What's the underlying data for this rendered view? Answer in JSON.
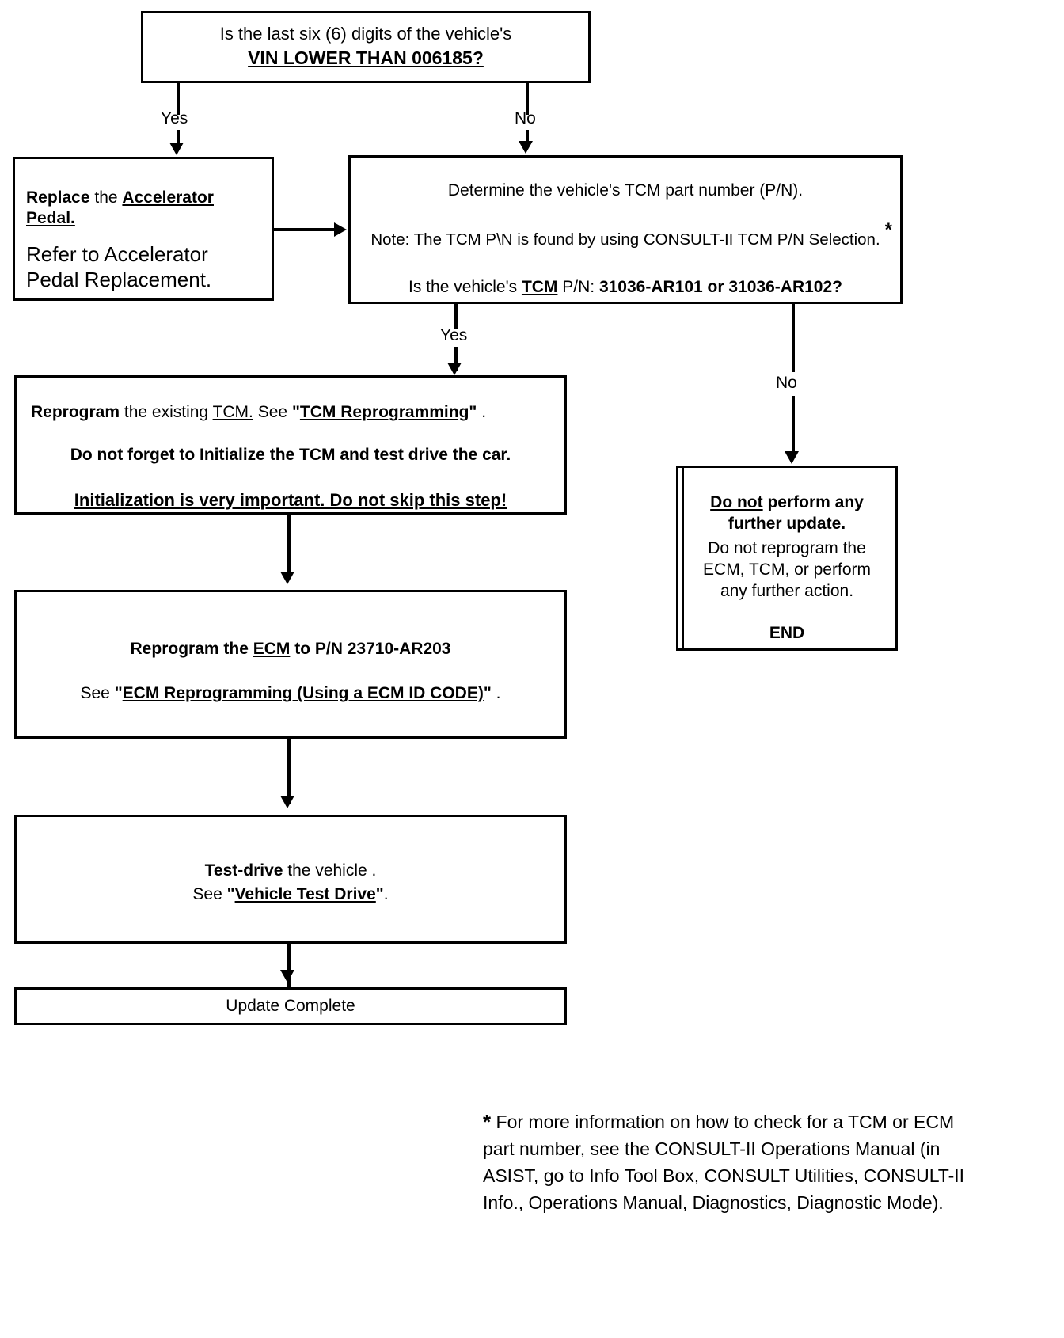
{
  "document": {
    "type": "service-bulletin-flowchart",
    "title": "TCM / ECM Reprogramming Decision Flowchart"
  },
  "nodes": {
    "vin_check": {
      "line1": "Is the last six (6) digits of the vehicle's",
      "line2": "VIN LOWER THAN 006185?"
    },
    "replace_pedal": {
      "line1_bold": "Replace",
      "line1_mid": " the ",
      "line1_bold_underline": "Accelerator Pedal.",
      "line2": "Refer to Accelerator Pedal Replacement."
    },
    "tcm_part_number": {
      "line1": "Determine the vehicle's TCM part number (P/N).",
      "line2": "Note: The TCM P\\N is found by using CONSULT-II TCM P/N Selection.",
      "line2_marker": "*",
      "line3_a": "Is the vehicle's ",
      "line3_tcm": "TCM",
      "line3_b": " P/N: ",
      "line3_pn1": "31036-AR101",
      "line3_c": " or ",
      "line3_pn2": "31036-AR102",
      "line3_d": "?"
    },
    "reprogram_tcm": {
      "line1_bold": "Reprogram",
      "line1_a": " the existing ",
      "line1_tcm": "TCM.",
      "line1_b": "  See ",
      "line1_quote_open": "\"",
      "line1_link": "TCM Reprogramming",
      "line1_quote_close": "\"",
      "line1_c": " .",
      "line2": "Do not forget to Initialize the TCM and test drive the car.",
      "line3": "Initialization is very important.  Do not skip this step!"
    },
    "reprogram_ecm": {
      "line1_bold": "Reprogram",
      "line1_a": " the ",
      "line1_ecm": "ECM",
      "line1_b": " to P/N  23710-AR203",
      "line2_a": "See ",
      "line2_quote_open": "\"",
      "line2_link": "ECM Reprogramming (Using a ECM ID CODE)",
      "line2_quote_close": "\"",
      "line2_b": " ."
    },
    "test_drive": {
      "line1_bold": "Test-drive",
      "line1_a": " the vehicle .",
      "line2_a": "See ",
      "line2_quote_open": "\"",
      "line2_link": "Vehicle Test Drive",
      "line2_quote_close": "\"",
      "line2_b": "."
    },
    "update_complete": {
      "text": "Update Complete"
    },
    "no_further_update": {
      "line1_underline": "Do not",
      "line1_bold": " perform any further",
      "line2_bold": "update.",
      "line3": "Do not reprogram the ECM, TCM, or perform any further action.",
      "end_label": "END"
    }
  },
  "edges": {
    "vin_yes": "Yes",
    "vin_no": "No",
    "tcm_yes": "Yes",
    "tcm_no": "No"
  },
  "footnote": {
    "marker": "*",
    "text": " For more information on how to check for a TCM or ECM part number, see the CONSULT-II Operations Manual (in ASIST, go to Info Tool Box, CONSULT Utilities, CONSULT-II Info., Operations Manual, Diagnostics, Diagnostic Mode)."
  },
  "colors": {
    "ink": "#000000",
    "paper": "#ffffff"
  }
}
